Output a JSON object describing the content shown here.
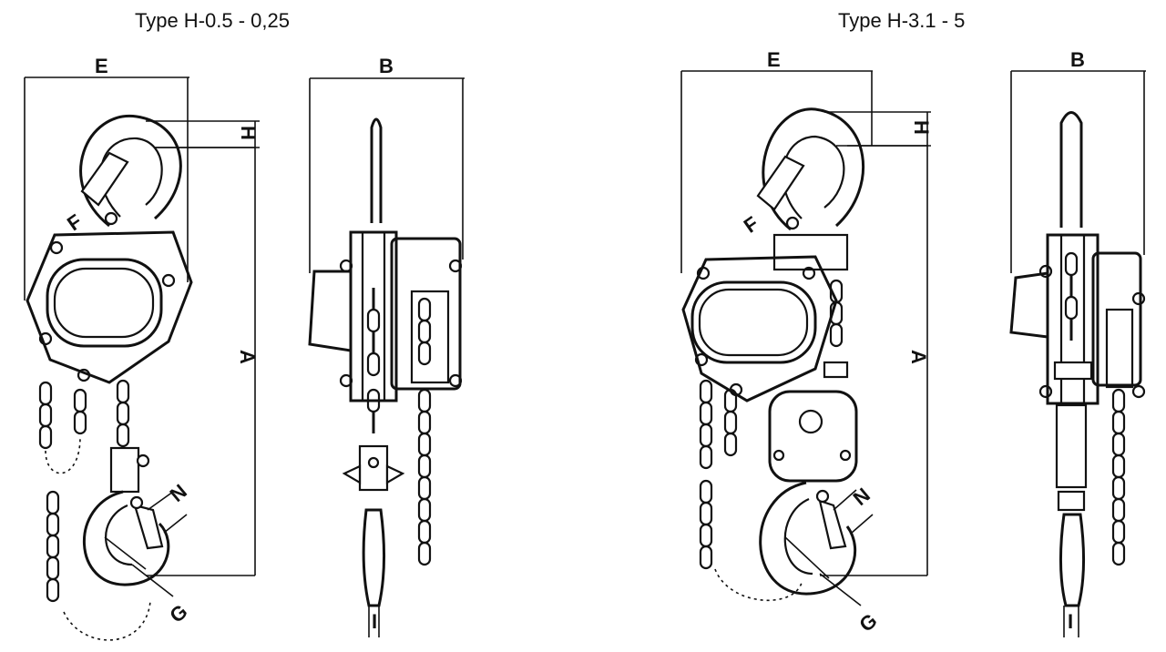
{
  "titles": {
    "left": "Type H-0.5 - 0,25",
    "right": "Type H-3.1 - 5"
  },
  "dimension_labels": {
    "E": "E",
    "B": "B",
    "H": "H",
    "F": "F",
    "A": "A",
    "N": "N",
    "G": "G",
    "I": "I"
  }
}
